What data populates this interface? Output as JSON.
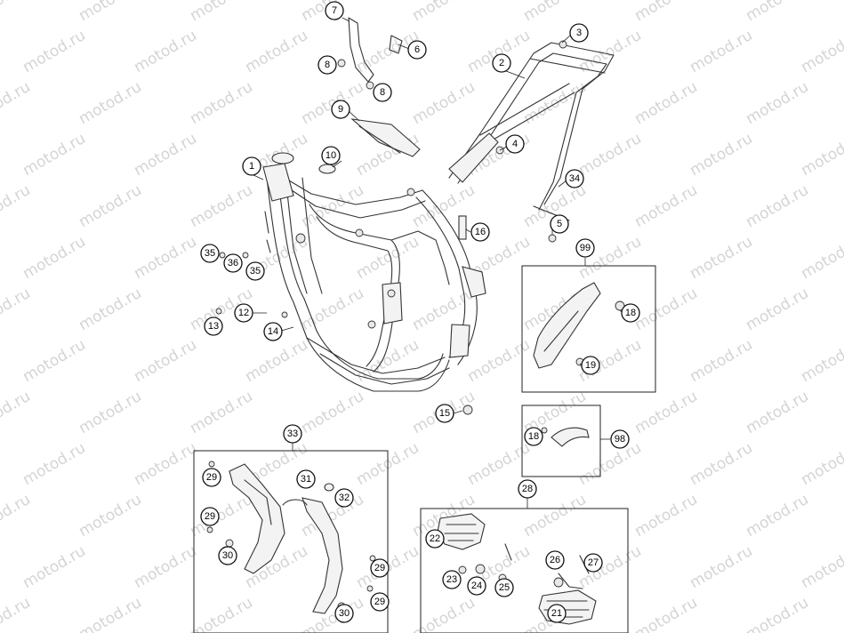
{
  "watermark": "motod.ru",
  "callouts": {
    "c1": "1",
    "c2": "2",
    "c3": "3",
    "c4": "4",
    "c5": "5",
    "c6": "6",
    "c7": "7",
    "c8a": "8",
    "c8b": "8",
    "c9": "9",
    "c10": "10",
    "c12": "12",
    "c13": "13",
    "c14": "14",
    "c15": "15",
    "c16": "16",
    "c18a": "18",
    "c18b": "18",
    "c19": "19",
    "c21": "21",
    "c22": "22",
    "c23": "23",
    "c24": "24",
    "c25": "25",
    "c26": "26",
    "c27": "27",
    "c28": "28",
    "c29a": "29",
    "c29b": "29",
    "c29c": "29",
    "c29d": "29",
    "c30a": "30",
    "c30b": "30",
    "c31": "31",
    "c32": "32",
    "c33": "33",
    "c34": "34",
    "c35a": "35",
    "c35b": "35",
    "c36": "36",
    "c98": "98",
    "c99": "99"
  },
  "colors": {
    "line": "#333333",
    "watermark": "#d4d4d4",
    "background": "#ffffff"
  }
}
